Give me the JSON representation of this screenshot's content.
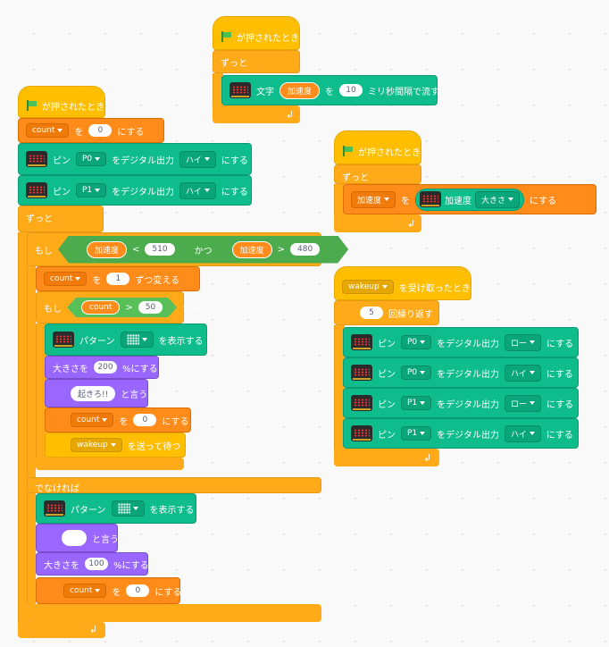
{
  "when_flag": "が押されたとき",
  "forever": "ずっと",
  "s1": {
    "text_word": "文字",
    "sensor": "加速度",
    "wo": "を",
    "interval": "10",
    "suffix": "ミリ秒間隔で流す"
  },
  "s2": {
    "var_name": "加速度",
    "wo": "を",
    "sensor": "加速度",
    "mode": "大きさ",
    "suffix": "にする"
  },
  "s3": {
    "event_msg": "wakeup",
    "receive_suffix": "を受け取ったとき",
    "repeat_count": "5",
    "repeat_suffix": "回繰り返す",
    "rows": [
      {
        "pin_word": "ピン",
        "pin": "P0",
        "mid": "をデジタル出力",
        "level": "ロー",
        "suffix": "にする"
      },
      {
        "pin_word": "ピン",
        "pin": "P0",
        "mid": "をデジタル出力",
        "level": "ハイ",
        "suffix": "にする"
      },
      {
        "pin_word": "ピン",
        "pin": "P1",
        "mid": "をデジタル出力",
        "level": "ロー",
        "suffix": "にする"
      },
      {
        "pin_word": "ピン",
        "pin": "P1",
        "mid": "をデジタル出力",
        "level": "ハイ",
        "suffix": "にする"
      }
    ]
  },
  "s4": {
    "set_count": {
      "var": "count",
      "wo": "を",
      "value": "0",
      "suffix": "にする"
    },
    "pin_p0": {
      "pin_word": "ピン",
      "pin": "P0",
      "mid": "をデジタル出力",
      "level": "ハイ",
      "suffix": "にする"
    },
    "pin_p1": {
      "pin_word": "ピン",
      "pin": "P1",
      "mid": "をデジタル出力",
      "level": "ハイ",
      "suffix": "にする"
    },
    "if_label": "もし",
    "cond1": {
      "sensor": "加速度",
      "op": "<",
      "value": "510"
    },
    "and_label": "かつ",
    "cond2": {
      "sensor": "加速度",
      "op": ">",
      "value": "480"
    },
    "then_label": "なら",
    "change_count": {
      "var": "count",
      "wo": "を",
      "value": "1",
      "suffix": "ずつ変える"
    },
    "inner_if_label": "もし",
    "inner_cond": {
      "var": "count",
      "op": ">",
      "value": "50"
    },
    "inner_then_label": "なら",
    "pattern_label": "パターン",
    "pattern_suffix": "を表示する",
    "size_label": "大きさを",
    "size_value_1": "200",
    "size_suffix": "%にする",
    "say_text": "起きろ!!",
    "say_suffix": "と言う",
    "set_count_2": {
      "var": "count",
      "wo": "を",
      "value": "0",
      "suffix": "にする"
    },
    "broadcast": {
      "msg": "wakeup",
      "suffix": "を送って待つ"
    },
    "else_label": "でなければ",
    "say_empty": "",
    "size_value_2": "100",
    "set_count_3": {
      "var": "count",
      "wo": "を",
      "value": "0",
      "suffix": "にする"
    }
  },
  "colors": {
    "events": "#ffbf00",
    "control": "#ffab19",
    "variables": "#ff8c1a",
    "extension": "#0fbd8c",
    "looks": "#9966ff",
    "operators": "#59c059"
  },
  "icons": [
    "green-flag-icon",
    "microbit-icon",
    "loop-arrow-icon",
    "dropdown-caret-icon",
    "led-pattern-icon"
  ]
}
